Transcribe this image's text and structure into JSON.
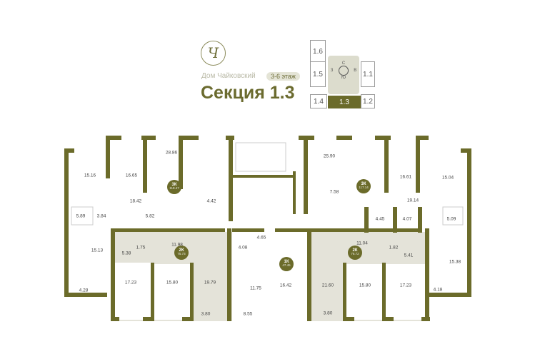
{
  "header": {
    "logo_letter": "Ч",
    "brand": "Дом Чайковский",
    "floors": "3-6 этаж",
    "title": "Секция 1.3"
  },
  "minimap": {
    "sections": [
      "1.6",
      "1.5",
      "1.4",
      "1.3",
      "1.2",
      "1.1"
    ],
    "active": "1.3",
    "compass": [
      "С",
      "В",
      "Ю",
      "З"
    ]
  },
  "colors": {
    "wall": "#6b6b2a",
    "room_fill": "#e4e3d9",
    "accent": "#6b6b2a"
  },
  "apartments": [
    {
      "type": "3К",
      "area": "118.47",
      "rooms": [
        "15.16",
        "16.65",
        "28.86",
        "18.42",
        "3.84",
        "5.82",
        "4.42",
        "5.89"
      ]
    },
    {
      "type": "3К",
      "area": "117.14",
      "rooms": [
        "25.90",
        "7.58",
        "16.61",
        "15.04",
        "19.14",
        "4.45",
        "4.07",
        "5.09"
      ]
    },
    {
      "type": "2К",
      "area": "75.73",
      "rooms": [
        "15.13",
        "4.28",
        "5.38",
        "1.75",
        "11.98",
        "17.23",
        "15.80",
        "19.79",
        "3.80"
      ]
    },
    {
      "type": "1К",
      "area": "47.45",
      "rooms": [
        "4.08",
        "4.65",
        "11.75",
        "8.55",
        "16.42"
      ]
    },
    {
      "type": "2К",
      "area": "76.72",
      "rooms": [
        "11.04",
        "1.82",
        "5.41",
        "21.60",
        "15.80",
        "17.23",
        "3.80",
        "15.38",
        "4.18"
      ]
    }
  ]
}
